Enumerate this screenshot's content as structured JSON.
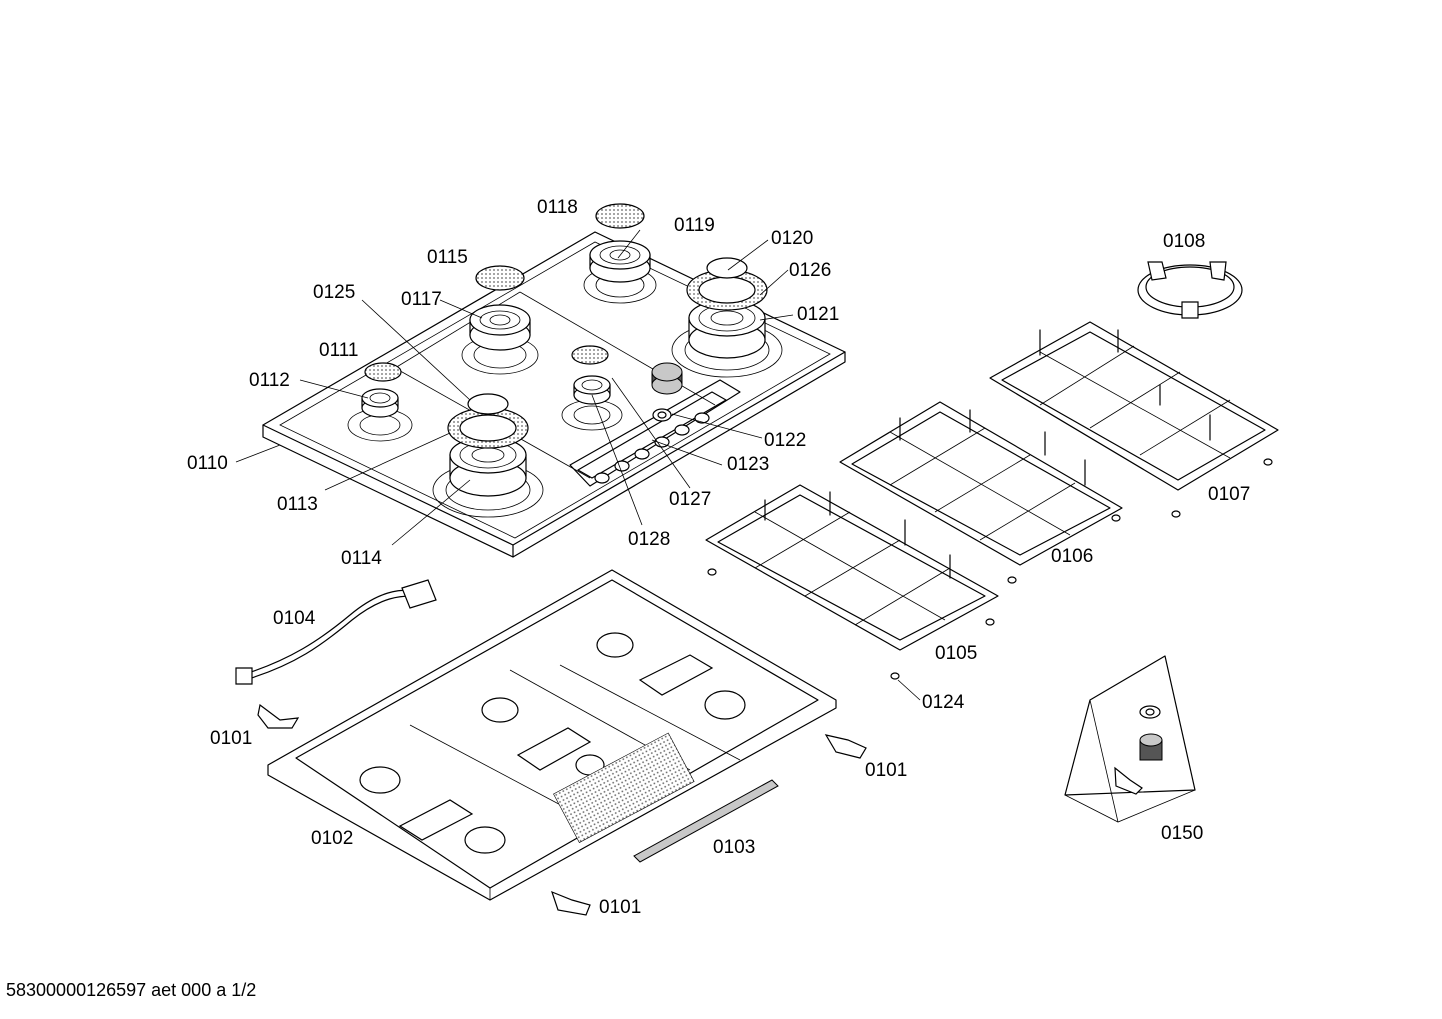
{
  "callouts": [
    {
      "id": "c0118",
      "label": "0118"
    },
    {
      "id": "c0119",
      "label": "0119"
    },
    {
      "id": "c0120",
      "label": "0120"
    },
    {
      "id": "c0126",
      "label": "0126"
    },
    {
      "id": "c0121",
      "label": "0121"
    },
    {
      "id": "c0115",
      "label": "0115"
    },
    {
      "id": "c0125",
      "label": "0125"
    },
    {
      "id": "c0117",
      "label": "0117"
    },
    {
      "id": "c0111",
      "label": "0111"
    },
    {
      "id": "c0112",
      "label": "0112"
    },
    {
      "id": "c0110",
      "label": "0110"
    },
    {
      "id": "c0113",
      "label": "0113"
    },
    {
      "id": "c0114",
      "label": "0114"
    },
    {
      "id": "c0122",
      "label": "0122"
    },
    {
      "id": "c0123",
      "label": "0123"
    },
    {
      "id": "c0127",
      "label": "0127"
    },
    {
      "id": "c0128",
      "label": "0128"
    },
    {
      "id": "c0108",
      "label": "0108"
    },
    {
      "id": "c0107",
      "label": "0107"
    },
    {
      "id": "c0106",
      "label": "0106"
    },
    {
      "id": "c0105",
      "label": "0105"
    },
    {
      "id": "c0124",
      "label": "0124"
    },
    {
      "id": "c0104",
      "label": "0104"
    },
    {
      "id": "c0101a",
      "label": "0101"
    },
    {
      "id": "c0101b",
      "label": "0101"
    },
    {
      "id": "c0101c",
      "label": "0101"
    },
    {
      "id": "c0102",
      "label": "0102"
    },
    {
      "id": "c0103",
      "label": "0103"
    },
    {
      "id": "c0150",
      "label": "0150"
    }
  ],
  "footer": "58300000126597 aet 000 a 1/2"
}
